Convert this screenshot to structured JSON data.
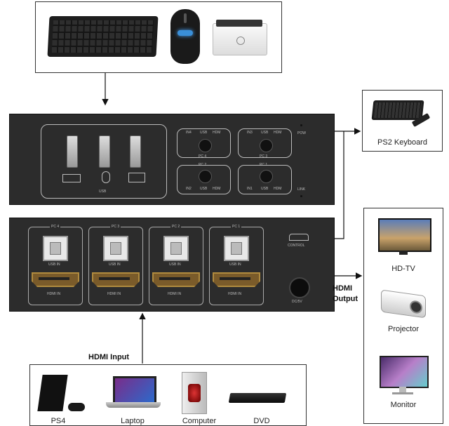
{
  "peripherals": {
    "keyboard_icon": "keyboard-icon",
    "mouse_icon": "mouse-icon",
    "printer_icon": "printer-icon"
  },
  "ps2": {
    "label": "PS2 Keyboard"
  },
  "front_panel": {
    "usb_label": "USB",
    "pc_groups": [
      {
        "pc": "PC 4",
        "in": "IN4",
        "usb": "USB",
        "hdm": "HDM"
      },
      {
        "pc": "PC 3",
        "in": "IN3",
        "usb": "USB",
        "hdm": "HDM"
      },
      {
        "pc": "PC 2",
        "in": "IN2",
        "usb": "USB",
        "hdm": "HDM"
      },
      {
        "pc": "PC 1",
        "in": "IN1",
        "usb": "USB",
        "hdm": "HDM"
      }
    ],
    "pow": "POW",
    "link": "LINK"
  },
  "back_panel": {
    "ports": [
      {
        "pc": "PC 4",
        "usb": "USB IN",
        "hdmi": "HDMI IN"
      },
      {
        "pc": "PC 3",
        "usb": "USB IN",
        "hdmi": "HDMI IN"
      },
      {
        "pc": "PC 2",
        "usb": "USB IN",
        "hdmi": "HDMI IN"
      },
      {
        "pc": "PC 1",
        "usb": "USB IN",
        "hdmi": "HDMI IN"
      }
    ],
    "control": "CONTROL",
    "dc": "DC/5V"
  },
  "hdmi_output": {
    "line1": "HDMI",
    "line2": "Output"
  },
  "outputs": [
    {
      "label": "HD-TV",
      "icon": "tv-icon"
    },
    {
      "label": "Projector",
      "icon": "projector-icon"
    },
    {
      "label": "Monitor",
      "icon": "monitor-icon"
    }
  ],
  "hdmi_input": {
    "title": "HDMI Input",
    "devices": [
      {
        "label": "PS4",
        "icon": "ps4-icon"
      },
      {
        "label": "Laptop",
        "icon": "laptop-icon"
      },
      {
        "label": "Computer",
        "icon": "computer-icon"
      },
      {
        "label": "DVD",
        "icon": "dvd-icon"
      }
    ]
  }
}
